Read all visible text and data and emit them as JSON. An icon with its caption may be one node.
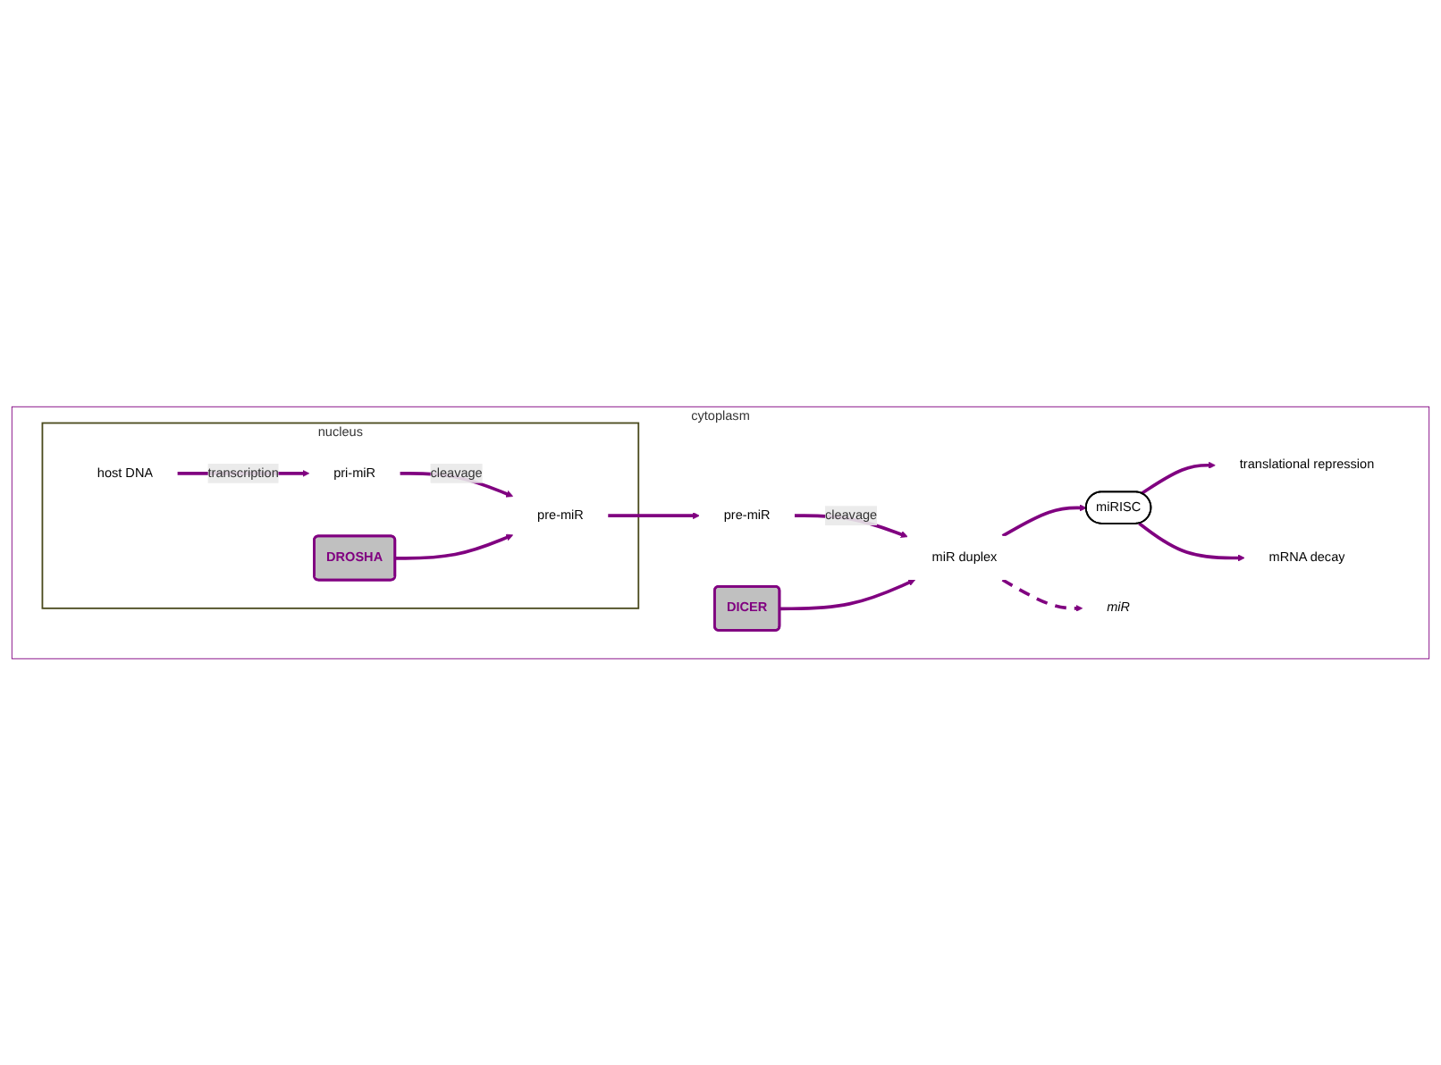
{
  "diagram": {
    "nodes": [
      {
        "text": [
          "cytoplasm"
        ]
      },
      {
        "text": [
          "nucleus"
        ],
        "in": 0
      },
      {
        "text": [
          "host DNA"
        ],
        "in": 1
      },
      {
        "text": [
          "pri-miR"
        ],
        "in": 1
      },
      {
        "text": [
          "DROSHA"
        ],
        "in": 1
      },
      {
        "text": [
          "pre-miR"
        ],
        "in": 1
      },
      {
        "text": [
          "pre-miR"
        ],
        "in": 0
      },
      {
        "text": [
          "DICER"
        ],
        "in": 0
      },
      {
        "text": [
          "miR duplex"
        ],
        "in": 0
      },
      {
        "text": [
          "miRISC"
        ],
        "in": 0
      },
      {
        "text": [
          "translational repression"
        ],
        "in": 0
      },
      {
        "text": [
          "mRNA decay"
        ],
        "in": 0
      },
      {
        "text": [
          "miR"
        ],
        "in": 0
      }
    ],
    "edges": [
      {
        "from": 2,
        "to": 3,
        "arrow": "to",
        "label": "transcription"
      },
      {
        "from": 3,
        "to": 5,
        "arrow": "to",
        "label": "cleavage"
      },
      {
        "from": 4,
        "to": 5,
        "arrow": "to"
      },
      {
        "from": 5,
        "to": 6,
        "arrow": "to"
      },
      {
        "from": 6,
        "to": 8,
        "arrow": "to",
        "label": "cleavage"
      },
      {
        "from": 7,
        "to": 8,
        "arrow": "to"
      },
      {
        "from": 8,
        "to": 9,
        "arrow": "to"
      },
      {
        "from": 8,
        "to": 12,
        "arrow": "to",
        "style": "dashed"
      },
      {
        "from": 9,
        "to": 10,
        "arrow": "to"
      },
      {
        "from": 9,
        "to": 11,
        "arrow": "to"
      }
    ]
  }
}
